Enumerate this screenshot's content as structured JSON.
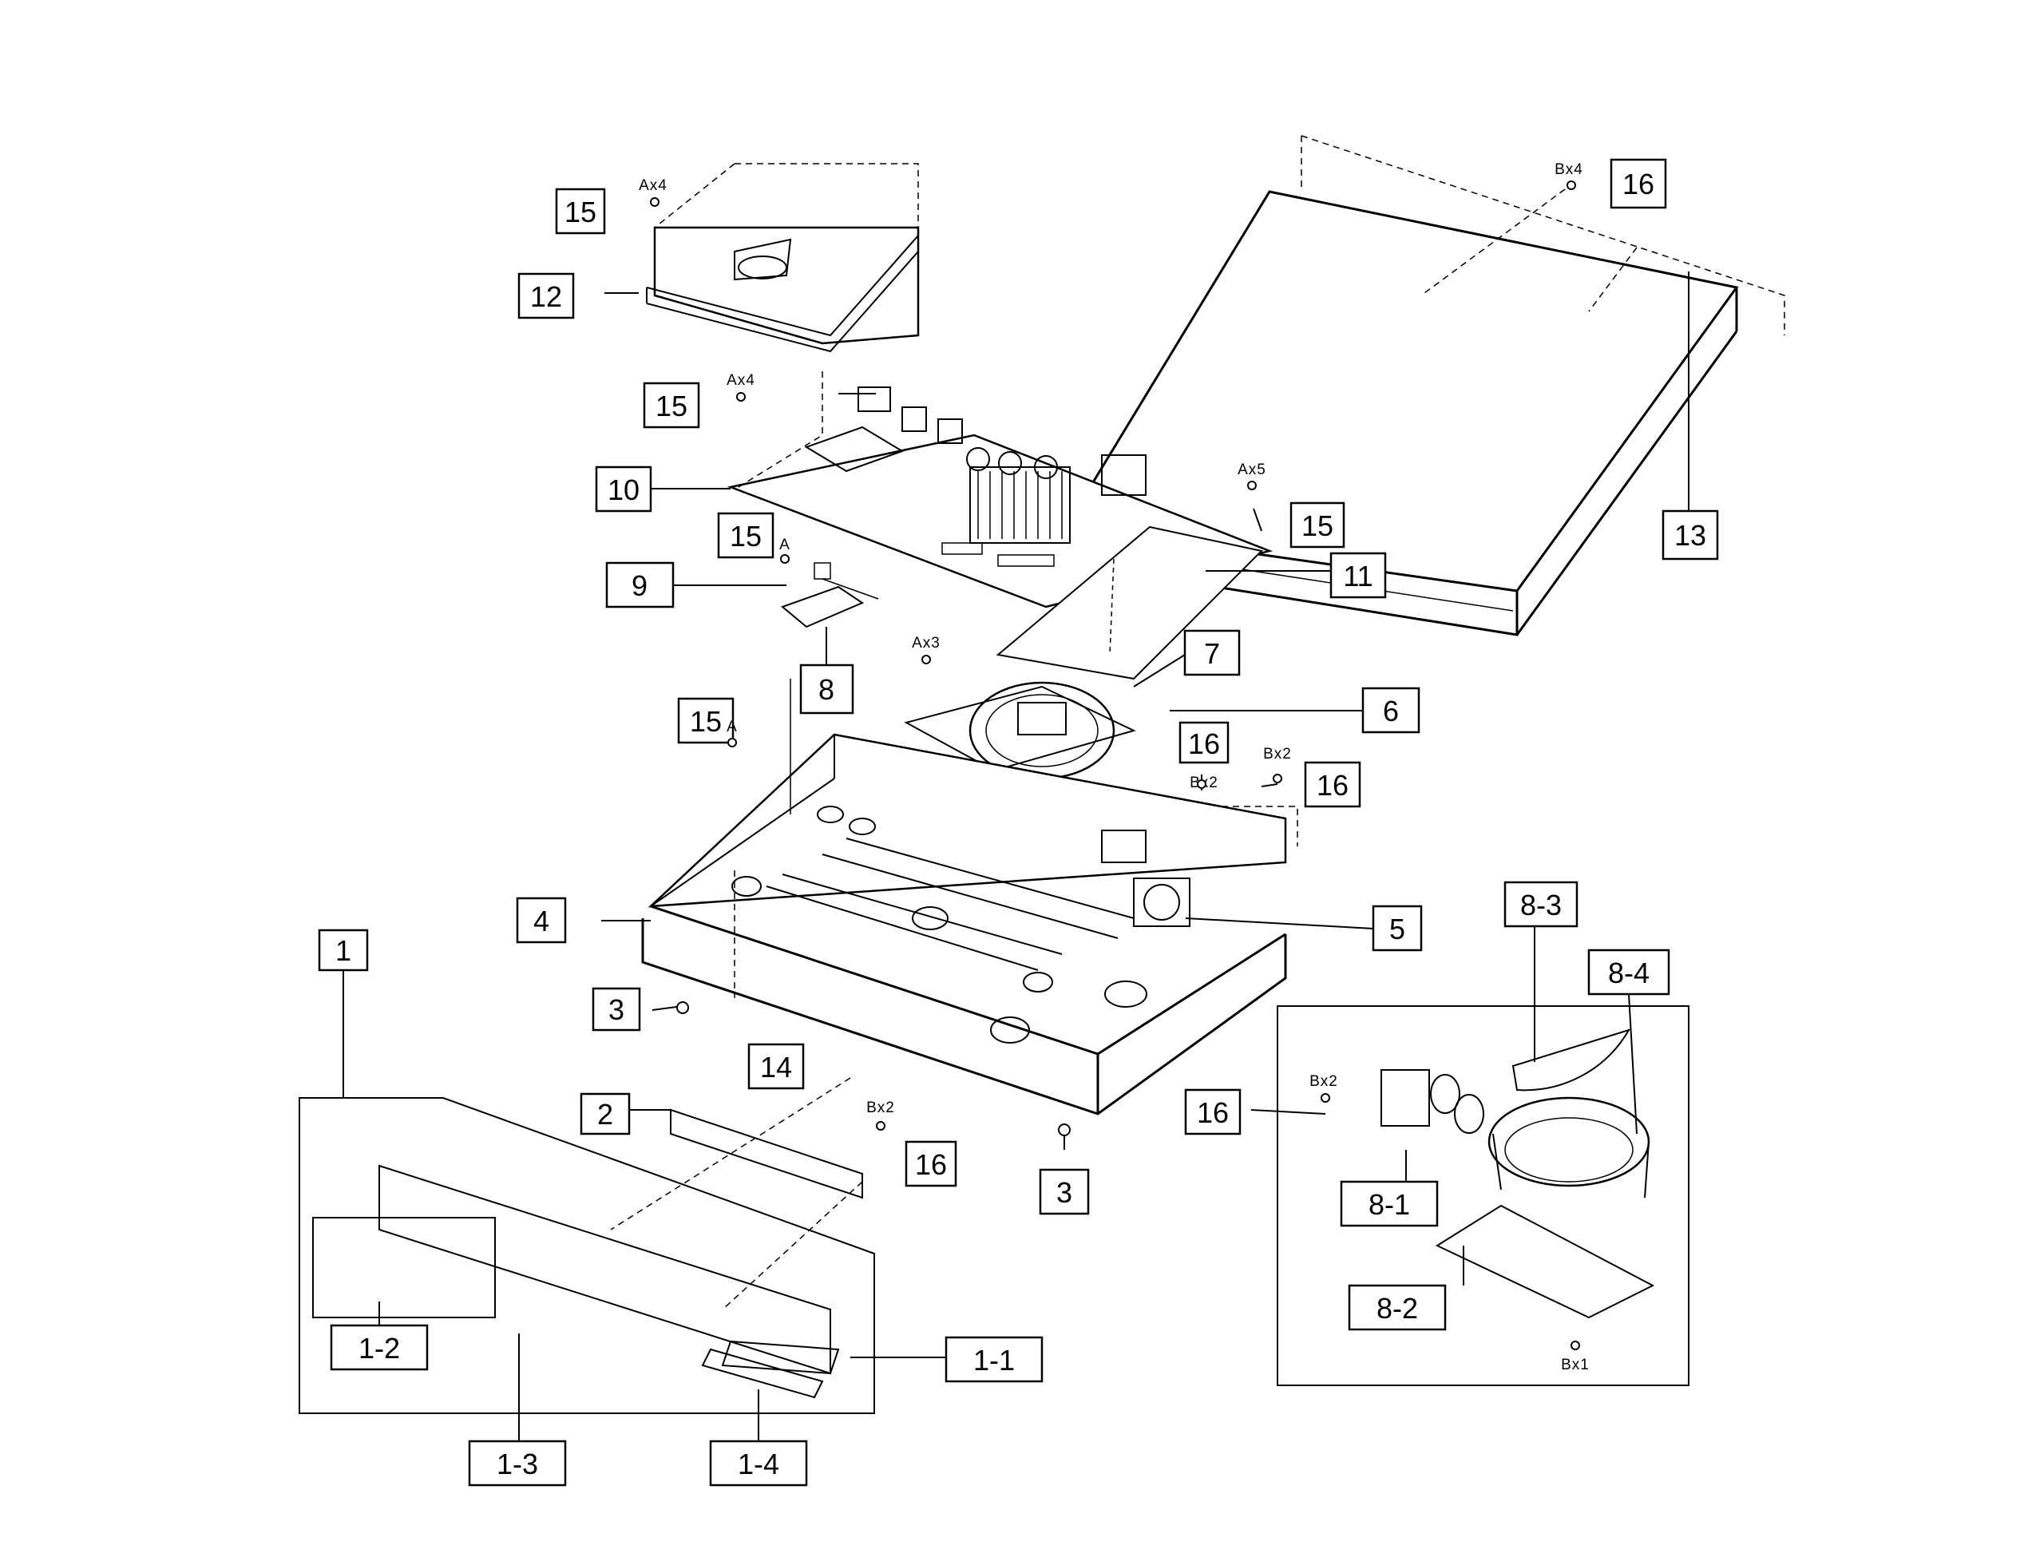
{
  "labels": {
    "l1": "1",
    "l1_1": "1-1",
    "l1_2": "1-2",
    "l1_3": "1-3",
    "l1_4": "1-4",
    "l2": "2",
    "l3a": "3",
    "l3b": "3",
    "l4": "4",
    "l5": "5",
    "l6": "6",
    "l7": "7",
    "l8": "8",
    "l8_1": "8-1",
    "l8_2": "8-2",
    "l8_3": "8-3",
    "l8_4": "8-4",
    "l9": "9",
    "l10": "10",
    "l11": "11",
    "l12": "12",
    "l13": "13",
    "l14": "14",
    "l15a": "15",
    "l15b": "15",
    "l15c": "15",
    "l15d": "15",
    "l15e": "15",
    "l16a": "16",
    "l16b": "16",
    "l16c": "16",
    "l16d": "16",
    "l16e": "16"
  },
  "screw_tags": {
    "t_ax4_top": "Ax4",
    "t_ax4_board": "Ax4",
    "t_ax5": "Ax5",
    "t_ax3": "Ax3",
    "t_a_board": "A",
    "t_a_chassis": "A",
    "t_bx4": "Bx4",
    "t_bx2_mid": "Bx2",
    "t_bx2_right": "Bx2",
    "t_bx2_front": "Bx2",
    "t_bx2_inset": "Bx2",
    "t_bx1_inset": "Bx1"
  }
}
